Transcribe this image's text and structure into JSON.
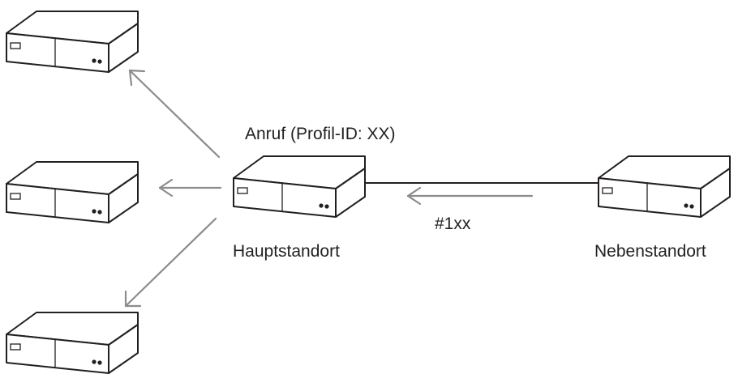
{
  "labels": {
    "call": "Anruf (Profil-ID: XX)",
    "main_site": "Hauptstandort",
    "branch_site": "Nebenstandort",
    "dial_code": "#1xx"
  },
  "icons": {
    "device": "video-conferencing-unit-icon"
  },
  "colors": {
    "line": "#231f20",
    "arrow": "#8c8c8c",
    "device_fill": "#ffffff"
  }
}
